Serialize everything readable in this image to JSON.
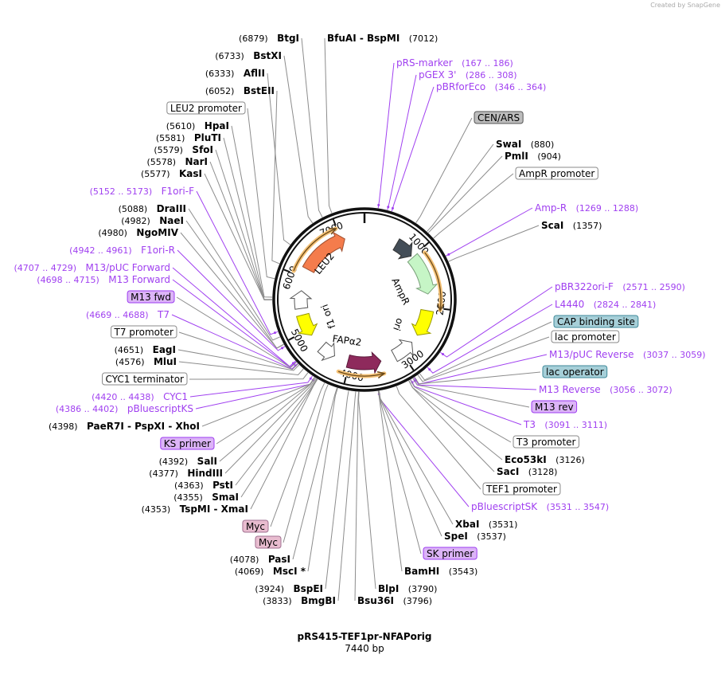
{
  "credit": "Created by SnapGene",
  "plasmid": {
    "name": "pRS415-TEF1pr-NFAPorig",
    "length": "7440 bp",
    "total_bp": 7440
  },
  "colors": {
    "enzyme_line": "#8c8c8c",
    "primer": "#a040f0",
    "leu2": "#f47c4c",
    "ampr_promoter_block": "#434d57",
    "ampr": "#c6f5c6",
    "ori": "#ffff00",
    "fapa2": "#8e2a5c",
    "orf_arc": "#f5c277"
  },
  "ticks": [
    "1000",
    "2000",
    "3000",
    "4000",
    "5000",
    "6000",
    "7000"
  ],
  "map_features": {
    "leu2": "LEU2",
    "ampr": "AmpR",
    "ori": "ori",
    "fapa2": "FAPα2",
    "f1ori": "f1 ori"
  },
  "labels": [
    {
      "kind": "enzyme",
      "pos": "(6879)",
      "name": "BtgI"
    },
    {
      "kind": "enzyme",
      "pos": "(6733)",
      "name": "BstXI"
    },
    {
      "kind": "enzyme",
      "pos": "(6333)",
      "name": "AflII"
    },
    {
      "kind": "enzyme",
      "pos": "(6052)",
      "name": "BstEII"
    },
    {
      "kind": "feature",
      "name": "LEU2 promoter",
      "fill": "#ffffff",
      "stroke": "#888888"
    },
    {
      "kind": "enzyme",
      "pos": "(5610)",
      "name": "HpaI"
    },
    {
      "kind": "enzyme",
      "pos": "(5581)",
      "name": "PluTI"
    },
    {
      "kind": "enzyme",
      "pos": "(5579)",
      "name": "SfoI"
    },
    {
      "kind": "enzyme",
      "pos": "(5578)",
      "name": "NarI"
    },
    {
      "kind": "enzyme",
      "pos": "(5577)",
      "name": "KasI"
    },
    {
      "kind": "primer",
      "pos": "(5152 .. 5173)",
      "name": "F1ori-F"
    },
    {
      "kind": "enzyme",
      "pos": "(5088)",
      "name": "DraIII"
    },
    {
      "kind": "enzyme",
      "pos": "(4982)",
      "name": "NaeI"
    },
    {
      "kind": "enzyme",
      "pos": "(4980)",
      "name": "NgoMIV"
    },
    {
      "kind": "primer",
      "pos": "(4942 .. 4961)",
      "name": "F1ori-R"
    },
    {
      "kind": "primer",
      "pos": "(4707 .. 4729)",
      "name": "M13/pUC Forward"
    },
    {
      "kind": "primer",
      "pos": "(4698 .. 4715)",
      "name": "M13 Forward"
    },
    {
      "kind": "feature",
      "name": "M13 fwd",
      "fill": "#dcb4f7",
      "stroke": "#9d3cf0"
    },
    {
      "kind": "primer",
      "pos": "(4669 .. 4688)",
      "name": "T7"
    },
    {
      "kind": "feature",
      "name": "T7 promoter",
      "fill": "#ffffff",
      "stroke": "#888888"
    },
    {
      "kind": "enzyme",
      "pos": "(4651)",
      "name": "EagI"
    },
    {
      "kind": "enzyme",
      "pos": "(4576)",
      "name": "MluI"
    },
    {
      "kind": "feature",
      "name": "CYC1 terminator",
      "fill": "#ffffff",
      "stroke": "#888888"
    },
    {
      "kind": "primer",
      "pos": "(4420 .. 4438)",
      "name": "CYC1"
    },
    {
      "kind": "primer",
      "pos": "(4386 .. 4402)",
      "name": "pBluescriptKS"
    },
    {
      "kind": "enzyme",
      "pos": "(4398)",
      "name": "PaeR7I  - PspXI  - XhoI"
    },
    {
      "kind": "feature",
      "name": "KS primer",
      "fill": "#dcb4f7",
      "stroke": "#9d3cf0"
    },
    {
      "kind": "enzyme",
      "pos": "(4392)",
      "name": "SalI"
    },
    {
      "kind": "enzyme",
      "pos": "(4377)",
      "name": "HindIII"
    },
    {
      "kind": "enzyme",
      "pos": "(4363)",
      "name": "PstI"
    },
    {
      "kind": "enzyme",
      "pos": "(4355)",
      "name": "SmaI"
    },
    {
      "kind": "enzyme",
      "pos": "(4353)",
      "name": "TspMI  - XmaI"
    },
    {
      "kind": "feature",
      "name": "Myc",
      "fill": "#e8bccf",
      "stroke": "#a07090"
    },
    {
      "kind": "feature",
      "name": "Myc",
      "fill": "#e8bccf",
      "stroke": "#a07090"
    },
    {
      "kind": "enzyme",
      "pos": "(4078)",
      "name": "PasI"
    },
    {
      "kind": "enzyme",
      "pos": "(4069)",
      "name": "MscI *"
    },
    {
      "kind": "enzyme",
      "pos": "(3924)",
      "name": "BspEI"
    },
    {
      "kind": "enzyme",
      "pos": "(3833)",
      "name": "BmgBI"
    },
    {
      "kind": "enzyme",
      "pos": "(7012)",
      "name": "BfuAI  - BspMI"
    },
    {
      "kind": "primer",
      "pos": "(167 .. 186)",
      "name": "pRS-marker"
    },
    {
      "kind": "primer",
      "pos": "(286 .. 308)",
      "name": "pGEX 3'"
    },
    {
      "kind": "primer",
      "pos": "(346 .. 364)",
      "name": "pBRforEco"
    },
    {
      "kind": "feature",
      "name": "CEN/ARS",
      "fill": "#bdbdbd",
      "stroke": "#555555"
    },
    {
      "kind": "enzyme",
      "pos": "(880)",
      "name": "SwaI"
    },
    {
      "kind": "enzyme",
      "pos": "(904)",
      "name": "PmlI"
    },
    {
      "kind": "feature",
      "name": "AmpR promoter",
      "fill": "#ffffff",
      "stroke": "#888888"
    },
    {
      "kind": "primer",
      "pos": "(1269 .. 1288)",
      "name": "Amp-R"
    },
    {
      "kind": "enzyme",
      "pos": "(1357)",
      "name": "ScaI"
    },
    {
      "kind": "primer",
      "pos": "(2571 .. 2590)",
      "name": "pBR322ori-F"
    },
    {
      "kind": "primer",
      "pos": "(2824 .. 2841)",
      "name": "L4440"
    },
    {
      "kind": "feature",
      "name": "CAP binding site",
      "fill": "#a6cfd8",
      "stroke": "#3f8a9a"
    },
    {
      "kind": "feature",
      "name": "lac promoter",
      "fill": "#ffffff",
      "stroke": "#888888"
    },
    {
      "kind": "primer",
      "pos": "(3037 .. 3059)",
      "name": "M13/pUC Reverse"
    },
    {
      "kind": "feature",
      "name": "lac operator",
      "fill": "#a6cfd8",
      "stroke": "#3f8a9a"
    },
    {
      "kind": "primer",
      "pos": "(3056 .. 3072)",
      "name": "M13 Reverse"
    },
    {
      "kind": "feature",
      "name": "M13 rev",
      "fill": "#dcb4f7",
      "stroke": "#9d3cf0"
    },
    {
      "kind": "primer",
      "pos": "(3091 .. 3111)",
      "name": "T3"
    },
    {
      "kind": "feature",
      "name": "T3 promoter",
      "fill": "#ffffff",
      "stroke": "#888888"
    },
    {
      "kind": "enzyme",
      "pos": "(3126)",
      "name": "Eco53kI"
    },
    {
      "kind": "enzyme",
      "pos": "(3128)",
      "name": "SacI"
    },
    {
      "kind": "feature",
      "name": "TEF1 promoter",
      "fill": "#ffffff",
      "stroke": "#888888"
    },
    {
      "kind": "primer",
      "pos": "(3531 .. 3547)",
      "name": "pBluescriptSK"
    },
    {
      "kind": "enzyme",
      "pos": "(3531)",
      "name": "XbaI"
    },
    {
      "kind": "enzyme",
      "pos": "(3537)",
      "name": "SpeI"
    },
    {
      "kind": "feature",
      "name": "SK primer",
      "fill": "#dcb4f7",
      "stroke": "#9d3cf0"
    },
    {
      "kind": "enzyme",
      "pos": "(3543)",
      "name": "BamHI"
    },
    {
      "kind": "enzyme",
      "pos": "(3790)",
      "name": "BlpI"
    },
    {
      "kind": "enzyme",
      "pos": "(3796)",
      "name": "Bsu36I"
    }
  ]
}
